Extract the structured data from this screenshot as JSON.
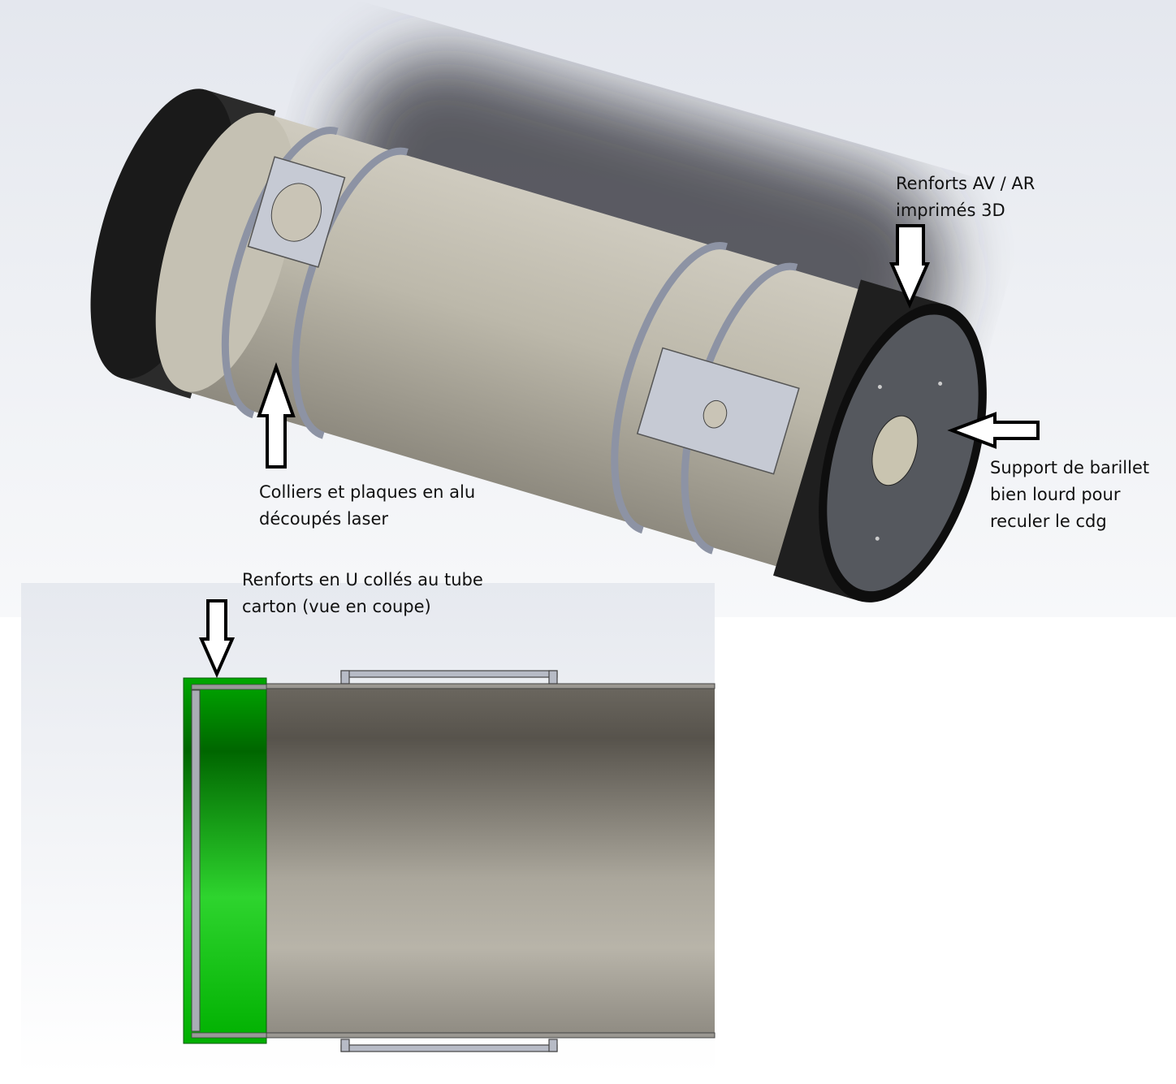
{
  "annotations": {
    "end_reinforcements": {
      "line1": "Renforts AV / AR",
      "line2": "imprimés 3D"
    },
    "collars": {
      "line1": "Colliers et plaques en alu",
      "line2": "découpés laser"
    },
    "cell_support": {
      "line1": "Support de barillet",
      "line2": "bien lourd pour",
      "line3": "reculer le cdg"
    },
    "u_reinforcements": {
      "line1": "Renforts en U collés au tube",
      "line2": "carton (vue en coupe)"
    }
  },
  "colors": {
    "tube": "#bdb8aa",
    "end_ring": "#1e1e1e",
    "face": "#55585e",
    "aluminium": "#c4c8d2",
    "section_green": "#1fc21f"
  }
}
